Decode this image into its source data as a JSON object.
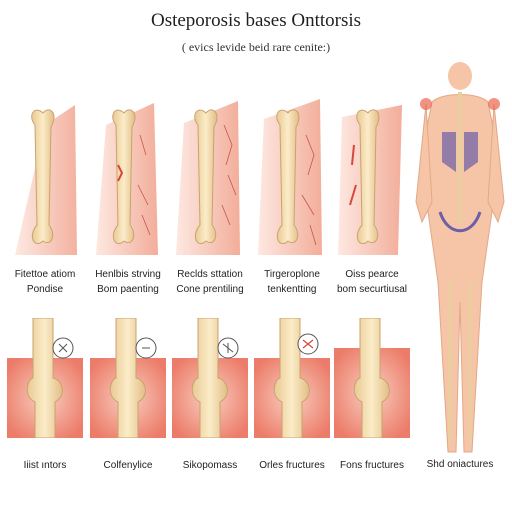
{
  "header": {
    "title": "Osteporosis bases Onttorsis",
    "subtitle": "( evics levide beid rare cenite:)"
  },
  "top_row": [
    {
      "line1": "Fitettoe atiom",
      "line2": "Pondise"
    },
    {
      "line1": "Henlbis strving",
      "line2": "Bom paenting"
    },
    {
      "line1": "Reclds sttation",
      "line2": "Cone prentiling"
    },
    {
      "line1": "Tirgeroplone",
      "line2": "tenkentting"
    },
    {
      "line1": "Oiss pearce",
      "line2": "bom securtiusal"
    }
  ],
  "bottom_row": [
    {
      "label": "Iiist ıntors"
    },
    {
      "label": "Colfenylice"
    },
    {
      "label": "Sikopomass"
    },
    {
      "label": "Orles fructures"
    },
    {
      "label": "Fons fructures"
    }
  ],
  "body_figure": {
    "label": "Shd oniactures"
  },
  "colors": {
    "bone": "#f3dcb0",
    "tissue": "#f4b9a8",
    "fracture": "#d9463a",
    "skin": "#f6c4a6"
  }
}
